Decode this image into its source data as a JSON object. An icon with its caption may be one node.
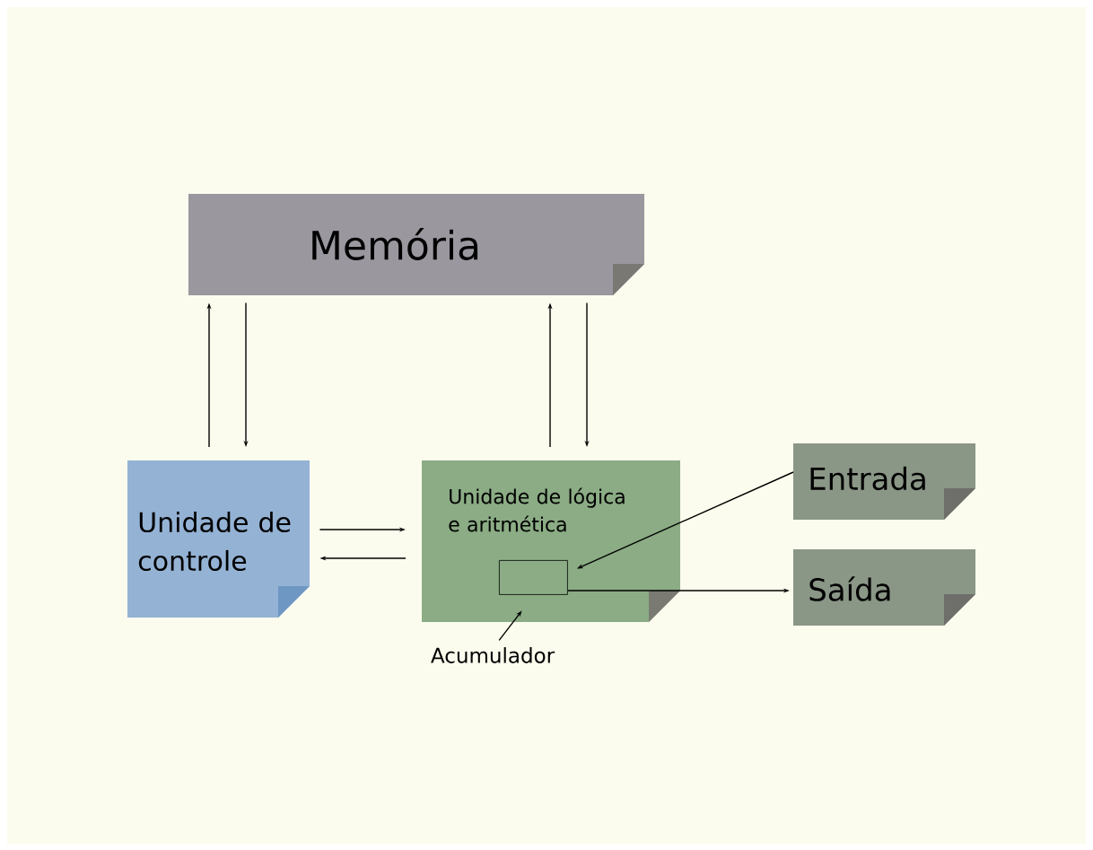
{
  "diagram": {
    "nodes": [
      {
        "text": [
          "Memória"
        ]
      },
      {
        "text": [
          "Unidade de controle"
        ]
      },
      {
        "text": [
          "Unidade de lógica e aritmética"
        ]
      },
      {
        "text": [],
        "shape": "box",
        "in": 2
      },
      {
        "text": [
          "Acumulador"
        ]
      },
      {
        "text": [
          "Entrada"
        ]
      },
      {
        "text": [
          "Saída"
        ]
      }
    ],
    "edges": [
      {
        "from": 1,
        "to": 0,
        "arrow": "to"
      },
      {
        "from": 0,
        "to": 1,
        "arrow": "to"
      },
      {
        "from": 2,
        "to": 0,
        "arrow": "to"
      },
      {
        "from": 0,
        "to": 2,
        "arrow": "to"
      },
      {
        "from": 1,
        "to": 2,
        "arrow": "to"
      },
      {
        "from": 2,
        "to": 1,
        "arrow": "to"
      },
      {
        "from": 5,
        "to": 3,
        "arrow": "to"
      },
      {
        "from": 3,
        "to": 6,
        "arrow": "to"
      },
      {
        "from": 4,
        "to": 3,
        "arrow": "to"
      }
    ]
  }
}
